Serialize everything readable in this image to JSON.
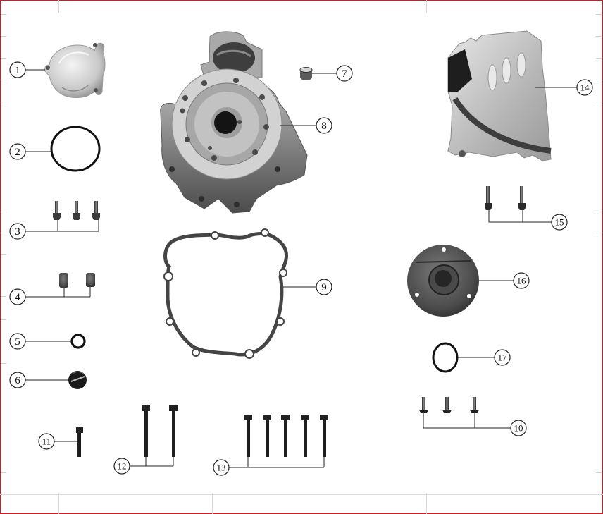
{
  "diagram": {
    "type": "exploded-parts-view",
    "subject": "engine left crankcase cover assembly",
    "callouts": [
      {
        "id": "1",
        "label": "1",
        "part": "cover cap"
      },
      {
        "id": "2",
        "label": "2",
        "part": "o-ring (large)"
      },
      {
        "id": "3",
        "label": "3",
        "part": "flange bolts x3"
      },
      {
        "id": "4",
        "label": "4",
        "part": "dowel pins x2"
      },
      {
        "id": "5",
        "label": "5",
        "part": "o-ring (small)"
      },
      {
        "id": "6",
        "label": "6",
        "part": "plug cap"
      },
      {
        "id": "7",
        "label": "7",
        "part": "bushing"
      },
      {
        "id": "8",
        "label": "8",
        "part": "left crankcase cover"
      },
      {
        "id": "9",
        "label": "9",
        "part": "gasket"
      },
      {
        "id": "10",
        "label": "10",
        "part": "screws x3"
      },
      {
        "id": "11",
        "label": "11",
        "part": "flange bolt (short)"
      },
      {
        "id": "12",
        "label": "12",
        "part": "flange bolts (long) x2"
      },
      {
        "id": "13",
        "label": "13",
        "part": "flange bolts x5"
      },
      {
        "id": "14",
        "label": "14",
        "part": "sprocket cover"
      },
      {
        "id": "15",
        "label": "15",
        "part": "bolts x2"
      },
      {
        "id": "16",
        "label": "16",
        "part": "bearing cover"
      },
      {
        "id": "17",
        "label": "17",
        "part": "o-ring"
      }
    ],
    "colors": {
      "border": "#e0141c",
      "grid": "#d9d9d9",
      "line": "#222222",
      "metal_light": "#c8c8c8",
      "metal_dark": "#3a3a3a"
    }
  }
}
